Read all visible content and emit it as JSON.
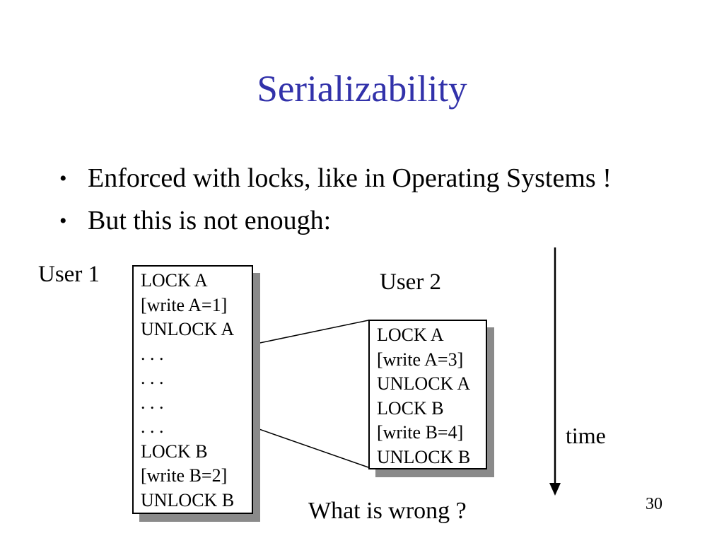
{
  "slide": {
    "title": "Serializability",
    "bullets": [
      "Enforced with locks, like in Operating Systems !",
      "But this is not enough:"
    ],
    "bullet_glyph": "•",
    "user1_label": "User 1",
    "user2_label": "User 2",
    "time_label": "time",
    "question": "What is wrong ?",
    "page_number": "30",
    "colors": {
      "title": "#3232AA",
      "body_text": "#000000",
      "box_border": "#000000",
      "box_shadow": "#8A8A8A",
      "background": "#FFFFFF"
    }
  },
  "user1_box": {
    "lines": [
      "LOCK A",
      "[write A=1]",
      "UNLOCK A",
      ". . .",
      ". . .",
      ". . .",
      ". . .",
      "LOCK B",
      "[write B=2]",
      "UNLOCK B"
    ]
  },
  "user2_box": {
    "lines": [
      "LOCK A",
      "[write A=3]",
      "UNLOCK A",
      "LOCK B",
      "[write B=4]",
      "UNLOCK B"
    ]
  }
}
